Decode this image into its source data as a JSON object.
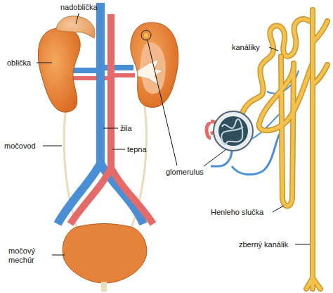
{
  "diagram": {
    "labels": [
      "nadoblička",
      "oblička",
      "žila",
      "močovod",
      "tepna",
      "glomerulus",
      "kanáliky",
      "Henleho slučka",
      "zberný kanálik",
      "močový mechúr"
    ]
  }
}
